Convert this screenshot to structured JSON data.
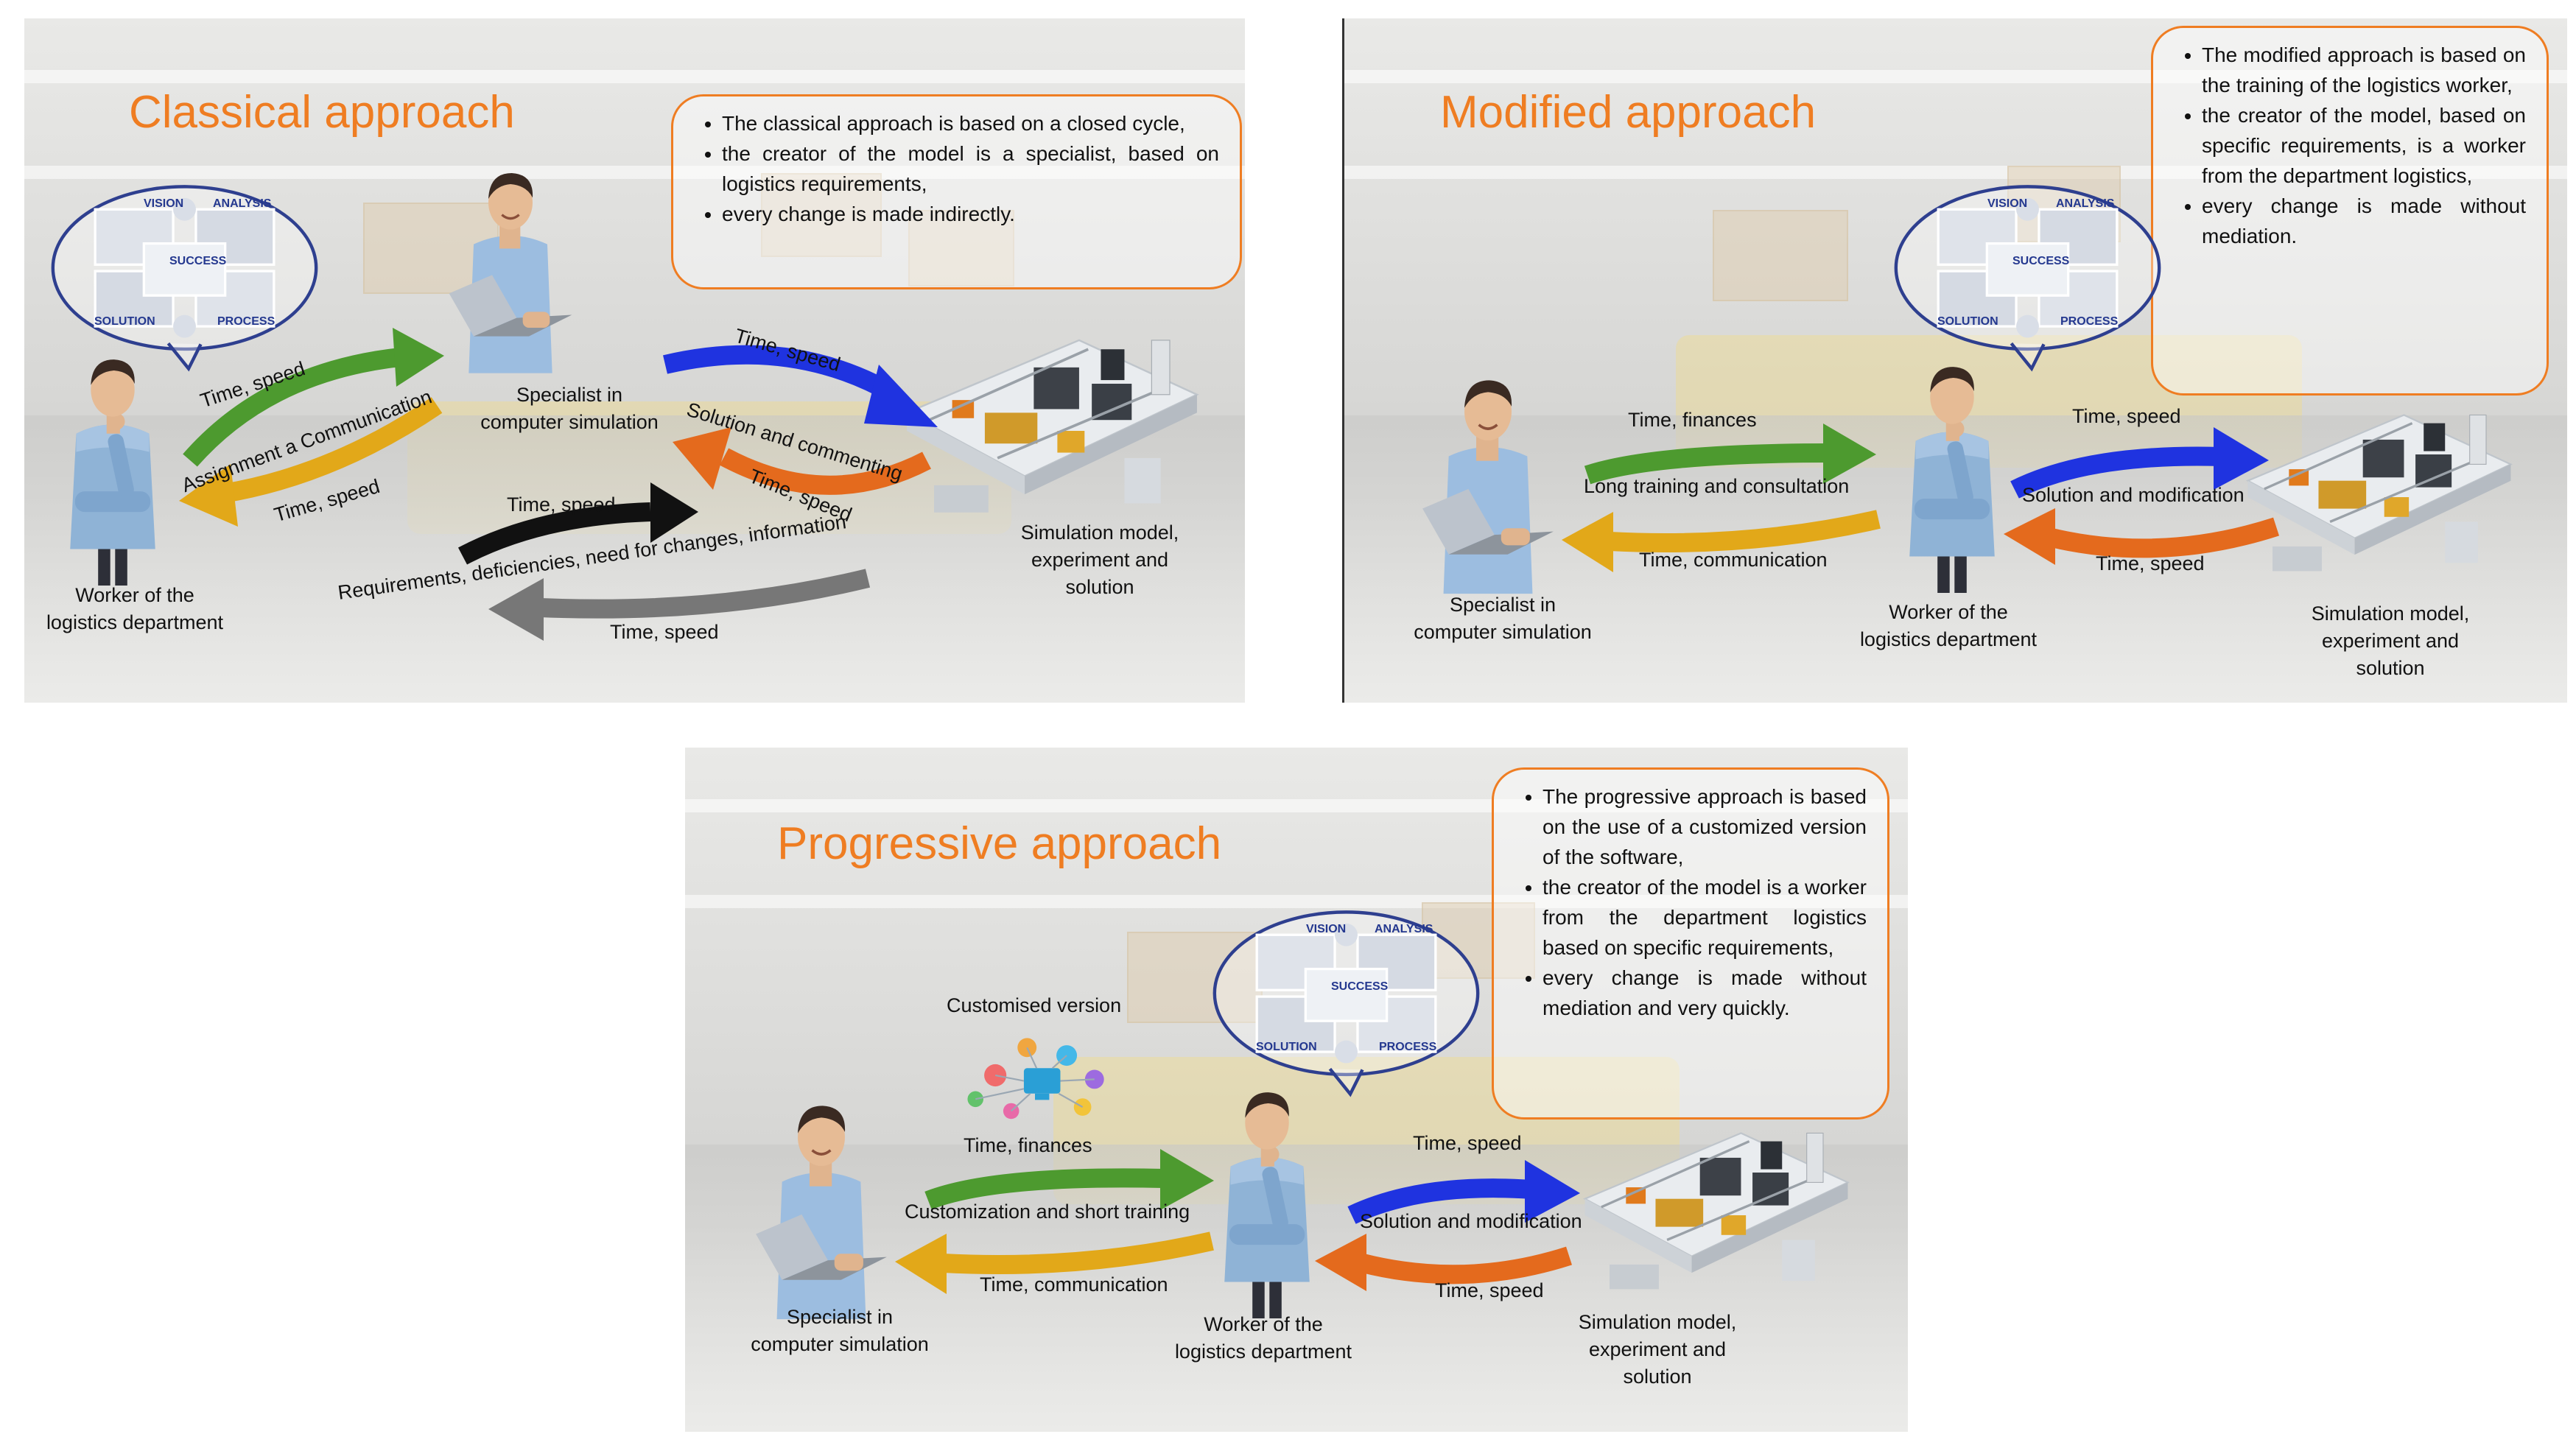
{
  "colors": {
    "title": "#ef7d22",
    "arrow_green": "#4d9a2f",
    "arrow_yellow": "#e2a819",
    "arrow_blue": "#1f33e0",
    "arrow_orange": "#e46a1d",
    "arrow_black": "#111111",
    "arrow_grey": "#777777"
  },
  "icons": [
    "puzzle-thought-bubble-icon",
    "person-thinking-icon",
    "person-laptop-icon",
    "factory-simulation-icon",
    "software-cloud-icon"
  ],
  "puzzle": {
    "vision": "VISION",
    "analysis": "ANALYSIS",
    "success": "SUCCESS",
    "solution": "SOLUTION",
    "process": "PROCESS"
  },
  "classical": {
    "title": "Classical approach",
    "bullets": [
      "The classical approach is based on a closed cycle,",
      "the creator of the model is a specialist, based on logistics requirements,",
      "every change is made indirectly."
    ],
    "worker_label": [
      "Worker of the",
      "logistics department"
    ],
    "specialist_label": [
      "Specialist in",
      "computer simulation"
    ],
    "sim_label": [
      "Simulation model,",
      "experiment and",
      "solution"
    ],
    "arrow_labels": {
      "green": "Time, speed",
      "yellow_top": "Assignment a Communication",
      "yellow_bottom": "Time, speed",
      "blue": "Time, speed",
      "orange_top": "Solution and commenting",
      "orange_bottom": "Time, speed",
      "black": "Time, speed",
      "grey_top": "Requirements, deficiencies, need for changes, information",
      "grey_bottom": "Time, speed"
    }
  },
  "modified": {
    "title": "Modified approach",
    "bullets": [
      "The modified approach is based on the training of the logistics worker,",
      "the creator of the model, based on specific requirements, is a worker from the department logistics,",
      "every change is made without mediation."
    ],
    "specialist_label": [
      "Specialist in",
      "computer simulation"
    ],
    "worker_label": [
      "Worker of the",
      "logistics department"
    ],
    "sim_label": [
      "Simulation model,",
      "experiment and",
      "solution"
    ],
    "arrow_labels": {
      "green": "Time, finances",
      "middle": "Long training and consultation",
      "yellow": "Time, communication",
      "blue": "Time, speed",
      "middle_right": "Solution and modification",
      "orange": "Time, speed"
    }
  },
  "progressive": {
    "title": "Progressive approach",
    "bullets": [
      "The progressive approach is based on the use of a customized version of the software,",
      "the creator of the model is a worker from the department logistics based on specific requirements,",
      "every change is made without mediation and very quickly."
    ],
    "customised_label": "Customised version",
    "specialist_label": [
      "Specialist in",
      "computer simulation"
    ],
    "worker_label": [
      "Worker of the",
      "logistics department"
    ],
    "sim_label": [
      "Simulation model,",
      "experiment and",
      "solution"
    ],
    "arrow_labels": {
      "green": "Time, finances",
      "middle": "Customization and short training",
      "yellow": "Time, communication",
      "blue": "Time, speed",
      "middle_right": "Solution and modification",
      "orange": "Time, speed"
    }
  }
}
